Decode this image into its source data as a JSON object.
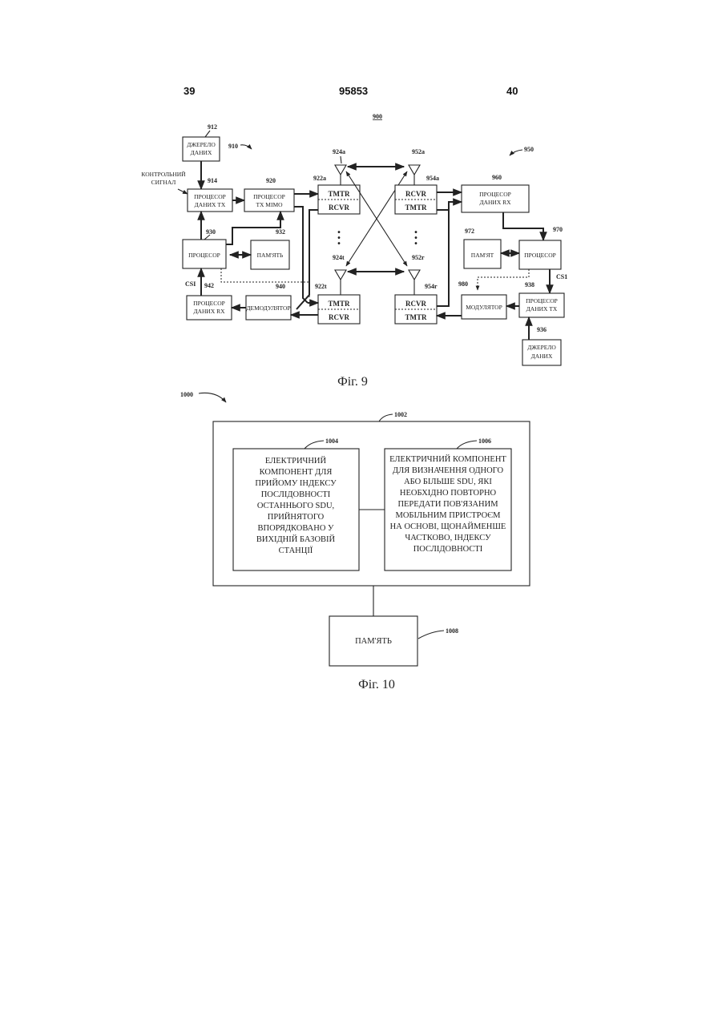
{
  "header": {
    "left_page": "39",
    "doc_number": "95853",
    "right_page": "40"
  },
  "fig9": {
    "ref_main": "900",
    "caption": "Фіг. 9",
    "ref_left_system": "910",
    "ref_right_system": "950",
    "control_signal": [
      "КОНТРОЛЬНИЙ",
      "СИГНАЛ"
    ],
    "csi_left": "CSI",
    "csi_right": "CS1",
    "blocks": {
      "src_left": {
        "ref": "912",
        "lines": [
          "ДЖЕРЕЛО",
          "ДАНИХ"
        ]
      },
      "tx_proc": {
        "ref": "914",
        "lines": [
          "ПРОЦЕСОР",
          "ДАНИХ ТХ"
        ]
      },
      "tx_mimo": {
        "ref": "920",
        "lines": [
          "ПРОЦЕСОР",
          "ТХ МІМО"
        ]
      },
      "proc_left": {
        "ref": "930",
        "lines": [
          "ПРОЦЕСОР"
        ]
      },
      "mem_left": {
        "ref": "932",
        "lines": [
          "ПАМ'ЯТЬ"
        ]
      },
      "rx_proc_left": {
        "ref": "942",
        "lines": [
          "ПРОЦЕСОР",
          "ДАНИХ RX"
        ]
      },
      "demod": {
        "ref": "940",
        "lines": [
          "ДЕМОДУЛЯТОР"
        ]
      },
      "trx_a_left": {
        "ref": "922a",
        "top": "TMTR",
        "bottom": "RCVR"
      },
      "trx_t_left": {
        "ref": "922t",
        "top": "TMTR",
        "bottom": "RCVR"
      },
      "trx_a_right": {
        "ref": "954a",
        "top": "RCVR",
        "bottom": "TMTR"
      },
      "trx_r_right": {
        "ref": "954r",
        "top": "RCVR",
        "bottom": "TMTR"
      },
      "rx_proc_right": {
        "ref": "960",
        "lines": [
          "ПРОЦЕСОР",
          "ДАНИХ RX"
        ]
      },
      "mem_right": {
        "ref": "972",
        "lines": [
          "ПАМ'ЯТ"
        ]
      },
      "proc_right": {
        "ref": "970",
        "lines": [
          "ПРОЦЕСОР"
        ]
      },
      "modulator": {
        "ref": "980",
        "lines": [
          "МОДУЛЯТОР"
        ]
      },
      "tx_proc_right": {
        "ref": "938",
        "lines": [
          "ПРОЦЕСОР",
          "ДАНИХ ТХ"
        ]
      },
      "src_right": {
        "ref": "936",
        "lines": [
          "ДЖЕРЕЛО",
          "ДАНИХ"
        ]
      }
    },
    "antennas": {
      "a1": "924a",
      "a2": "924t",
      "b1": "952a",
      "b2": "952r"
    }
  },
  "fig10": {
    "ref_main": "1000",
    "caption": "Фіг. 10",
    "outer": {
      "ref": "1002"
    },
    "comp_left": {
      "ref": "1004",
      "lines": [
        "ЕЛЕКТРИЧНИЙ",
        "КОМПОНЕНТ ДЛЯ",
        "ПРИЙОМУ ІНДЕКСУ",
        "ПОСЛІДОВНОСТІ",
        "ОСТАННЬОГО SDU,",
        "ПРИЙНЯТОГО",
        "ВПОРЯДКОВАНО У",
        "ВИХІДНІЙ БАЗОВІЙ",
        "СТАНЦІЇ"
      ]
    },
    "comp_right": {
      "ref": "1006",
      "lines": [
        "ЕЛЕКТРИЧНИЙ КОМПОНЕНТ",
        "ДЛЯ ВИЗНАЧЕННЯ ОДНОГО",
        "АБО БІЛЬШЕ SDU, ЯКІ",
        "НЕОБХІДНО ПОВТОРНО",
        "ПЕРЕДАТИ ПОВ'ЯЗАНИМ",
        "МОБІЛЬНИМ ПРИСТРОЄМ",
        "НА ОСНОВІ, ЩОНАЙМЕНШЕ",
        "ЧАСТКОВО, ІНДЕКСУ",
        "ПОСЛІДОВНОСТІ"
      ]
    },
    "memory": {
      "ref": "1008",
      "label": "ПАМ'ЯТЬ"
    }
  }
}
